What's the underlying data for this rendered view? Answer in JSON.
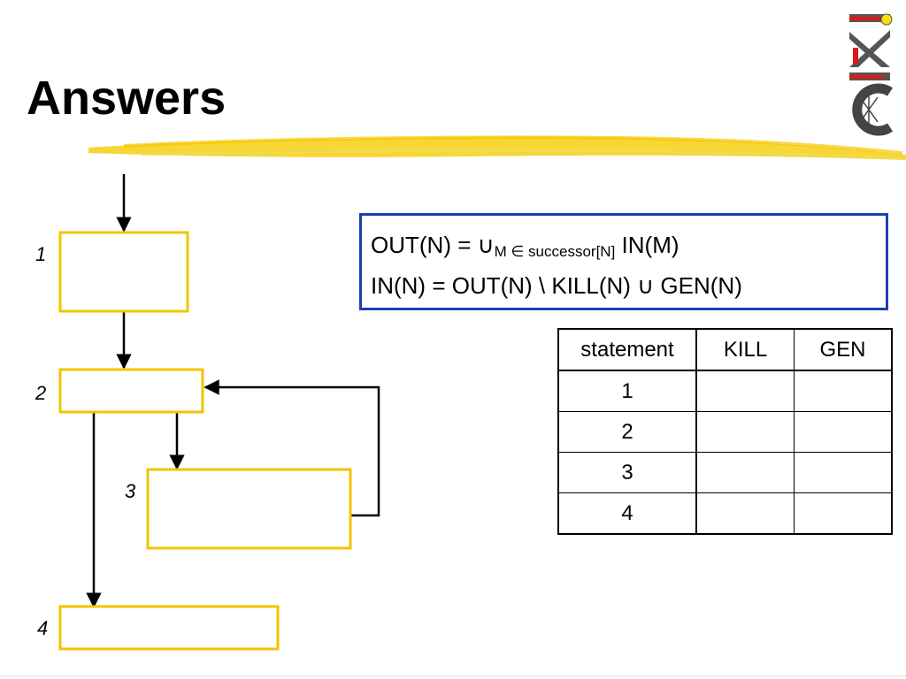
{
  "slide": {
    "title": "Answers"
  },
  "flow": {
    "nodes": [
      {
        "label": "1"
      },
      {
        "label": "2"
      },
      {
        "label": "3"
      },
      {
        "label": "4"
      }
    ]
  },
  "formula": {
    "line1_prefix": "OUT(N) = ∪",
    "line1_sub": "M ∈ successor[N]",
    "line1_suffix": " IN(M)",
    "line2": "IN(N) = OUT(N) \\ KILL(N)  ∪  GEN(N)"
  },
  "table": {
    "headers": [
      "statement",
      "KILL",
      "GEN"
    ],
    "rows": [
      [
        "1",
        "",
        ""
      ],
      [
        "2",
        "",
        ""
      ],
      [
        "3",
        "",
        ""
      ],
      [
        "4",
        "",
        ""
      ]
    ]
  },
  "colors": {
    "box_border": "#f2c400",
    "formula_border": "#1e3fae",
    "highlight": "#f5d31f"
  },
  "icons": {
    "logo": "iaik-logo-icon"
  }
}
